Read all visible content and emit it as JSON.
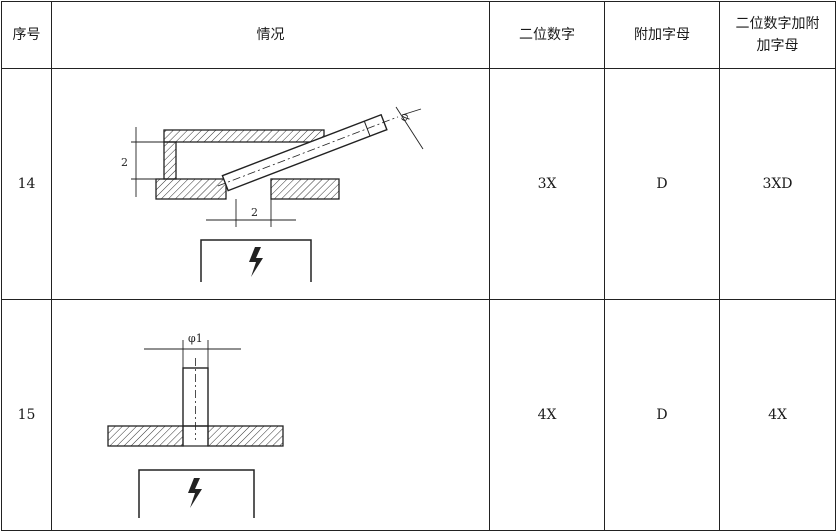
{
  "headers": {
    "no": "序号",
    "situation": "情况",
    "two_digit": "二位数字",
    "letter": "附加字母",
    "two_digit_letter": "二位数字加附加字母"
  },
  "rows": [
    {
      "no": "14",
      "two_digit": "3X",
      "letter": "D",
      "combined": "3XD",
      "figure": {
        "dim_gap": "2",
        "dim_opening": "2",
        "dim_dia": "φ"
      }
    },
    {
      "no": "15",
      "two_digit": "4X",
      "letter": "D",
      "combined": "4X",
      "figure": {
        "dim_dia": "φ1"
      }
    }
  ],
  "icons": [
    "hatched-wall",
    "voltage-symbol-icon",
    "probe-rod"
  ]
}
